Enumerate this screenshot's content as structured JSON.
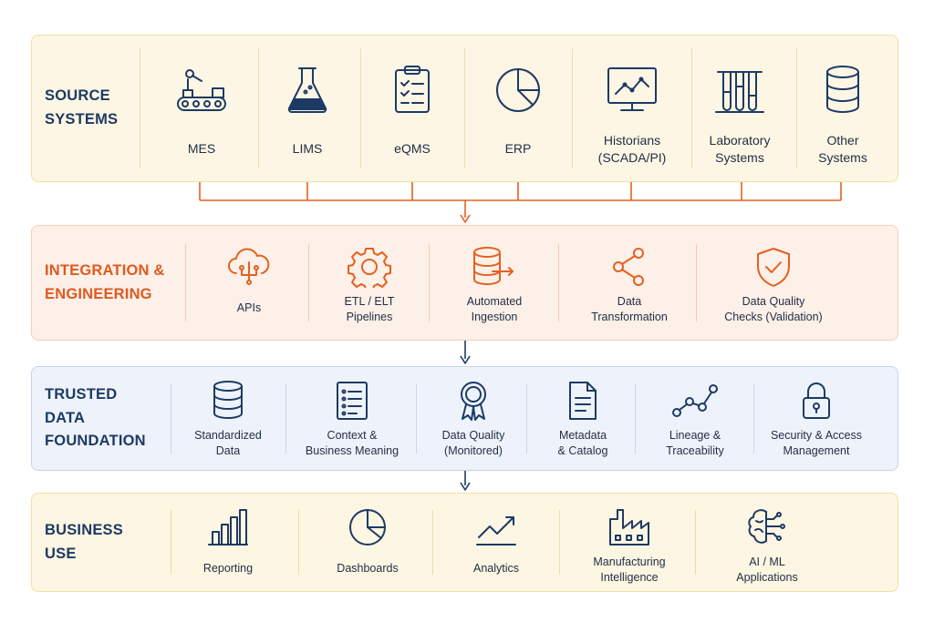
{
  "colors": {
    "navy": "#1d3a64",
    "orange": "#e4611f",
    "source_bg": "#fdf6e4",
    "integration_bg": "#fdf0e8",
    "trusted_bg": "#eef3fb",
    "business_bg": "#fdf6e2"
  },
  "layers": [
    {
      "title": "SOURCE\nSYSTEMS",
      "items": [
        {
          "label": "MES",
          "icon": "conveyor-icon"
        },
        {
          "label": "LIMS",
          "icon": "flask-icon"
        },
        {
          "label": "eQMS",
          "icon": "clipboard-checklist-icon"
        },
        {
          "label": "ERP",
          "icon": "pie-chart-icon"
        },
        {
          "label": "Historians\n(SCADA/PI)",
          "icon": "monitor-trend-icon"
        },
        {
          "label": "Laboratory\nSystems",
          "icon": "test-tubes-icon"
        },
        {
          "label": "Other\nSystems",
          "icon": "database-icon"
        }
      ]
    },
    {
      "title": "INTEGRATION &\nENGINEERING",
      "items": [
        {
          "label": "APIs",
          "icon": "cloud-network-icon"
        },
        {
          "label": "ETL / ELT\nPipelines",
          "icon": "gear-icon"
        },
        {
          "label": "Automated\nIngestion",
          "icon": "database-arrow-icon"
        },
        {
          "label": "Data\nTransformation",
          "icon": "share-nodes-icon"
        },
        {
          "label": "Data Quality\nChecks (Validation)",
          "icon": "shield-check-icon"
        }
      ]
    },
    {
      "title": "TRUSTED\nDATA\nFOUNDATION",
      "items": [
        {
          "label": "Standardized\nData",
          "icon": "database-icon"
        },
        {
          "label": "Context &\nBusiness Meaning",
          "icon": "document-list-icon"
        },
        {
          "label": "Data Quality\n(Monitored)",
          "icon": "award-ribbon-icon"
        },
        {
          "label": "Metadata\n& Catalog",
          "icon": "file-text-icon"
        },
        {
          "label": "Lineage &\nTraceability",
          "icon": "lineage-nodes-icon"
        },
        {
          "label": "Security & Access\nManagement",
          "icon": "padlock-icon"
        }
      ]
    },
    {
      "title": "BUSINESS\nUSE",
      "items": [
        {
          "label": "Reporting",
          "icon": "bar-chart-icon"
        },
        {
          "label": "Dashboards",
          "icon": "pie-chart-icon"
        },
        {
          "label": "Analytics",
          "icon": "trend-arrow-icon"
        },
        {
          "label": "Manufacturing\nIntelligence",
          "icon": "factory-icon"
        },
        {
          "label": "AI / ML\nApplications",
          "icon": "brain-circuit-icon"
        }
      ]
    }
  ]
}
